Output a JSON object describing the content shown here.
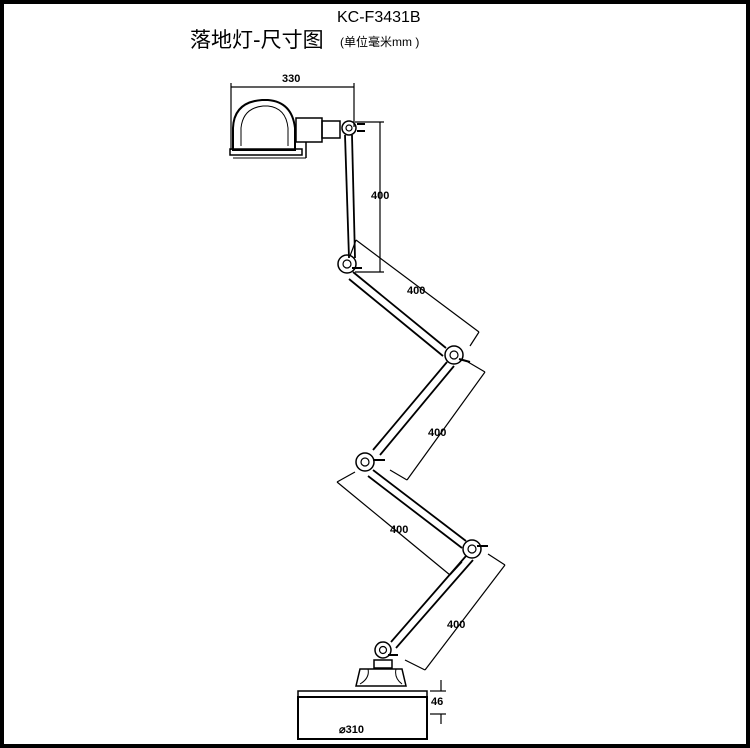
{
  "title": "落地灯-尺寸图",
  "model": "KC-F3431B",
  "unit_note": "(单位毫米mm )",
  "dimensions": {
    "shade_width": "330",
    "arm1": "400",
    "arm2": "400",
    "arm3": "400",
    "arm4": "400",
    "arm5": "400",
    "base_height": "46",
    "base_diameter": "⌀310"
  }
}
